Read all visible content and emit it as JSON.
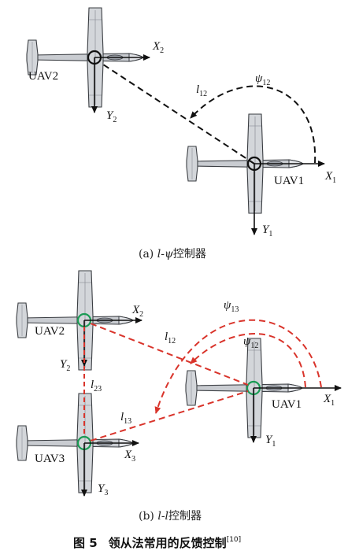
{
  "panel_a": {
    "uav2": {
      "name": "UAV2",
      "x_axis": "X",
      "x_sub": "2",
      "y_axis": "Y",
      "y_sub": "2"
    },
    "uav1": {
      "name": "UAV1",
      "x_axis": "X",
      "x_sub": "1",
      "y_axis": "Y",
      "y_sub": "1"
    },
    "dist": {
      "sym": "l",
      "sub": "12"
    },
    "angle": {
      "sym": "ψ",
      "sub": "12"
    },
    "caption": {
      "prefix": "(a) ",
      "var": "l-ψ",
      "suffix": "控制器"
    }
  },
  "panel_b": {
    "uav2": {
      "name": "UAV2",
      "x_axis": "X",
      "x_sub": "2",
      "y_axis": "Y",
      "y_sub": "2"
    },
    "uav1": {
      "name": "UAV1",
      "x_axis": "X",
      "x_sub": "1",
      "y_axis": "Y",
      "y_sub": "1"
    },
    "uav3": {
      "name": "UAV3",
      "x_axis": "X",
      "x_sub": "3",
      "y_axis": "Y",
      "y_sub": "3"
    },
    "l12": {
      "sym": "l",
      "sub": "12"
    },
    "l13": {
      "sym": "l",
      "sub": "13"
    },
    "l23": {
      "sym": "l",
      "sub": "23"
    },
    "psi13": {
      "sym": "ψ",
      "sub": "13"
    },
    "psi12": {
      "sym": "ψ",
      "sub": "12"
    },
    "caption": {
      "prefix": "(b) ",
      "var": "l-l",
      "suffix": "控制器"
    }
  },
  "figure_caption": {
    "label": "图 5",
    "text": "领从法常用的反馈控制",
    "ref": "[10]"
  },
  "colors": {
    "accent": "#d9342b",
    "leader_ring": "#1a9b54",
    "line": "#111111"
  }
}
